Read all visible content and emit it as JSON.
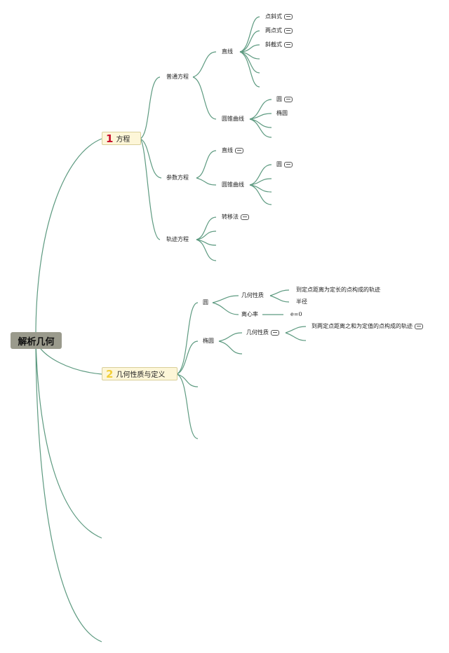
{
  "root": {
    "label": "解析几何"
  },
  "topics": [
    {
      "number": "1",
      "number_color": "#c8102e",
      "label": "方程",
      "general": {
        "label": "普通方程",
        "line": {
          "label": "直线",
          "items": [
            "点斜式",
            "两点式",
            "斜截式"
          ]
        },
        "conic": {
          "label": "圆锥曲线",
          "items": [
            "圆",
            "椭圆"
          ]
        }
      },
      "parametric": {
        "label": "参数方程",
        "line": {
          "label": "直线"
        },
        "conic": {
          "label": "圆锥曲线",
          "items": [
            "圆"
          ]
        }
      },
      "locus": {
        "label": "轨迹方程",
        "items": [
          "转移法"
        ]
      }
    },
    {
      "number": "2",
      "number_color": "#f2cf3a",
      "label": "几何性质与定义",
      "circle": {
        "label": "圆",
        "geometry": {
          "label": "几何性质",
          "items": [
            "到定点距离为定长的点构成的轨迹",
            "半径"
          ]
        },
        "eccentricity": {
          "label": "离心率",
          "value": "e=0"
        }
      },
      "ellipse": {
        "label": "椭圆",
        "geometry": {
          "label": "几何性质",
          "items": [
            "到两定点距离之和为定值的点构成的轨迹"
          ]
        }
      }
    }
  ],
  "colors": {
    "branch": "#5d9a80",
    "root_bg": "#9a9a8c",
    "topic_bg": "#fdf6d8"
  }
}
